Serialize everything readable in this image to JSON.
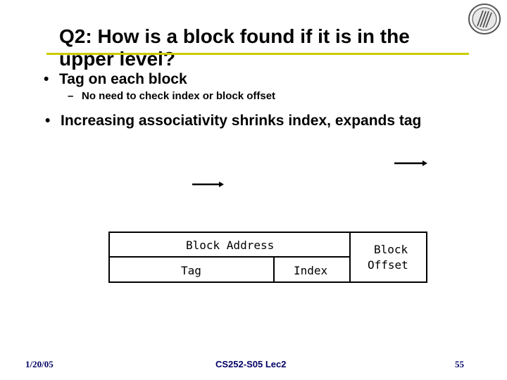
{
  "slide": {
    "title": "Q2: How is a block found if it is in the upper level?",
    "bullets": [
      {
        "marker": "•",
        "text": "Tag on each block"
      },
      {
        "marker": "•",
        "text": "Increasing associativity shrinks index, expands tag"
      }
    ],
    "sub_bullets": [
      {
        "marker": "–",
        "text": "No need to check index or block offset"
      }
    ]
  },
  "diagram": {
    "header": "Block Address",
    "fields": [
      "Tag",
      "Index"
    ],
    "offset_line1": "Block",
    "offset_line2": "Offset"
  },
  "footer": {
    "date": "1/20/05",
    "course": "CS252-S05 Lec2",
    "page": "55"
  },
  "colors": {
    "title_rule": "#cccc00",
    "footer_text": "#000066",
    "seal": "#555555"
  },
  "icons": {
    "seal": "university-seal-icon"
  }
}
